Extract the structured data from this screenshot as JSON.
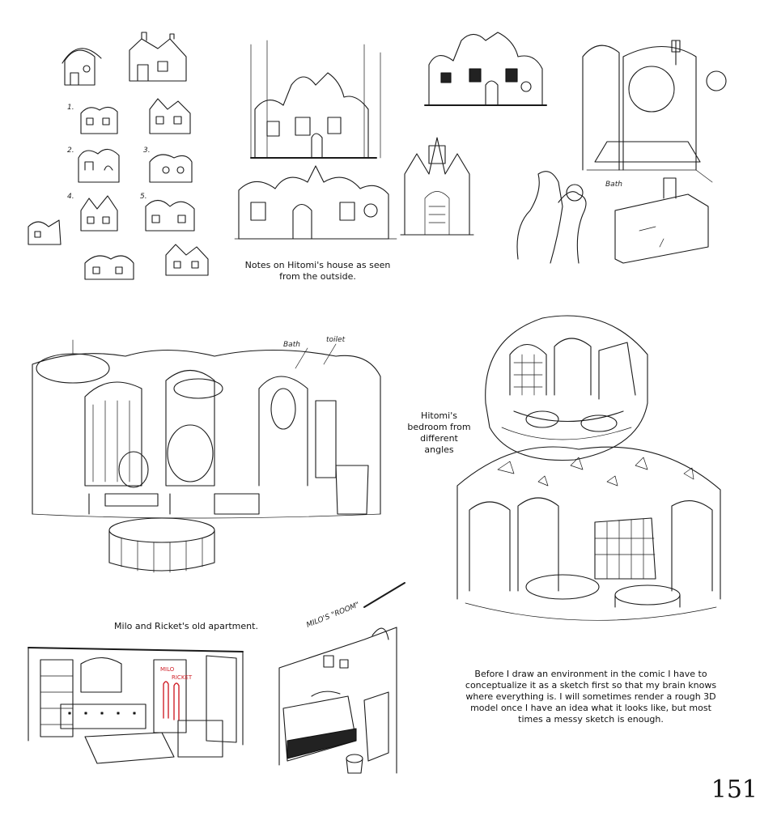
{
  "captions": {
    "house_notes": "Notes on Hitomi's house as seen from the outside.",
    "bedroom": "Hitomi's bedroom from different angles",
    "apartment": "Milo and Ricket's old apartment.",
    "process": "Before I draw an environment in the comic I have to conceptualize it as a sketch first so that my brain knows where everything is. I will sometimes render a rough 3D model once I have an idea what it looks like, but most times a messy sketch is enough."
  },
  "sketch_labels": {
    "bath_top": "Bath",
    "bath_bedroom": "Bath",
    "toilet": "toilet",
    "milos_room": "MILO'S \"ROOM\"",
    "milo": "MILO",
    "ricket": "RICKET",
    "thumb_1": "1.",
    "thumb_2": "2.",
    "thumb_3": "3.",
    "thumb_4": "4.",
    "thumb_5": "5."
  },
  "page_number": "151"
}
